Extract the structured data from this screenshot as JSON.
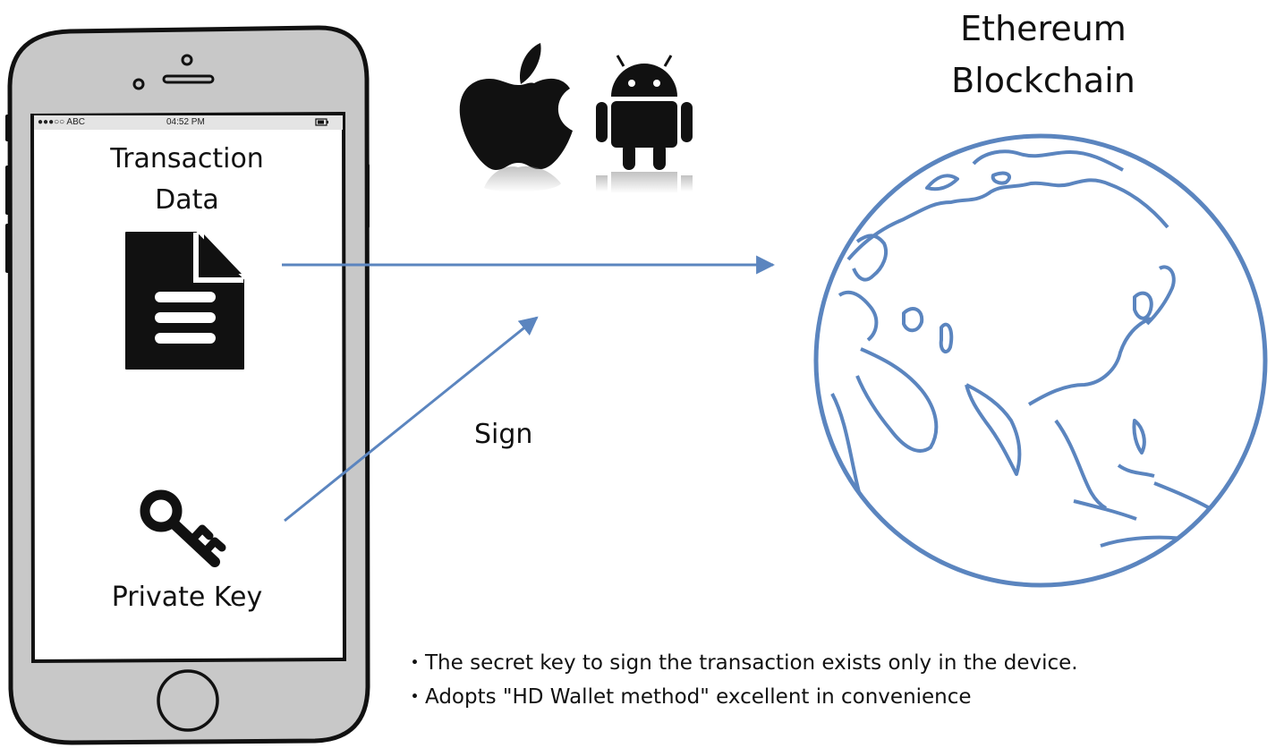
{
  "phone": {
    "status_carrier": "●●●○○ ABC",
    "status_time": "04:52 PM",
    "battery_icon": "battery-icon",
    "document_label_line1": "Transaction",
    "document_label_line2": "Data",
    "document_icon": "document-icon",
    "key_icon": "key-icon",
    "key_label": "Private Key"
  },
  "platform_icons": [
    "apple-logo-icon",
    "android-logo-icon"
  ],
  "blockchain": {
    "title_line1": "Ethereum",
    "title_line2": "Blockchain",
    "globe_icon": "globe-icon"
  },
  "sign_label": "Sign",
  "notes": [
    "・The secret key to sign the transaction exists only in the device.",
    "・Adopts \"HD Wallet method\" excellent in convenience"
  ],
  "colors": {
    "arrow": "#5b85bf",
    "globe": "#5b85bf",
    "phone_body": "#c8c8c8",
    "phone_outline": "#111111",
    "icon_fill": "#111111"
  }
}
